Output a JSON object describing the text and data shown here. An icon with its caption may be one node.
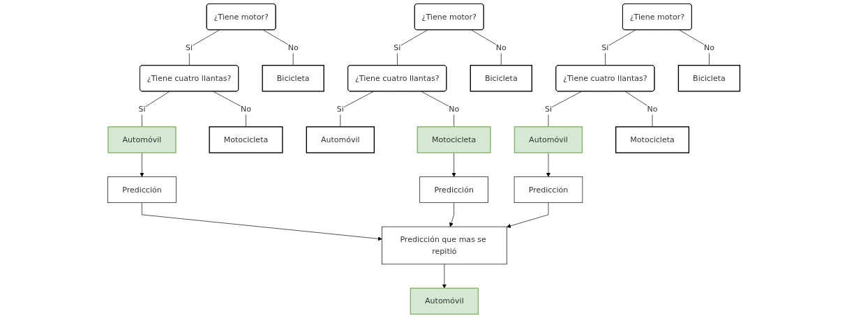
{
  "diagram": {
    "nodes": [
      {
        "text": [
          "¿Tiene motor?"
        ]
      },
      {
        "text": [
          "¿Tiene cuatro llantas?"
        ]
      },
      {
        "text": [
          "Bicicleta"
        ]
      },
      {
        "text": [
          "Automóvil"
        ]
      },
      {
        "text": [
          "Motocicleta"
        ]
      },
      {
        "text": [
          "Predicción"
        ]
      },
      {
        "text": [
          "¿Tiene motor?"
        ]
      },
      {
        "text": [
          "¿Tiene cuatro llantas?"
        ]
      },
      {
        "text": [
          "Bicicleta"
        ]
      },
      {
        "text": [
          "Automóvil"
        ]
      },
      {
        "text": [
          "Motocicleta"
        ]
      },
      {
        "text": [
          "Predicción"
        ]
      },
      {
        "text": [
          "¿Tiene motor?"
        ]
      },
      {
        "text": [
          "¿Tiene cuatro llantas?"
        ]
      },
      {
        "text": [
          "Bicicleta"
        ]
      },
      {
        "text": [
          "Automóvil"
        ]
      },
      {
        "text": [
          "Motocicleta"
        ]
      },
      {
        "text": [
          "Predicción"
        ]
      },
      {
        "text": [
          "Predicción que mas se repitió"
        ]
      },
      {
        "text": [
          "Automóvil"
        ]
      }
    ],
    "edges": [
      {
        "from": 0,
        "to": 1,
        "arrow": "none",
        "label": "Si"
      },
      {
        "from": 0,
        "to": 2,
        "arrow": "none",
        "label": "No"
      },
      {
        "from": 1,
        "to": 3,
        "arrow": "none",
        "label": "Si"
      },
      {
        "from": 1,
        "to": 4,
        "arrow": "none",
        "label": "No"
      },
      {
        "from": 3,
        "to": 5,
        "arrow": "to"
      },
      {
        "from": 6,
        "to": 7,
        "arrow": "none",
        "label": "Si"
      },
      {
        "from": 6,
        "to": 8,
        "arrow": "none",
        "label": "No"
      },
      {
        "from": 7,
        "to": 9,
        "arrow": "none",
        "label": "Si"
      },
      {
        "from": 7,
        "to": 10,
        "arrow": "none",
        "label": "No"
      },
      {
        "from": 10,
        "to": 11,
        "arrow": "to"
      },
      {
        "from": 12,
        "to": 13,
        "arrow": "none",
        "label": "Si"
      },
      {
        "from": 12,
        "to": 14,
        "arrow": "none",
        "label": "No"
      },
      {
        "from": 13,
        "to": 15,
        "arrow": "none",
        "label": "Si"
      },
      {
        "from": 13,
        "to": 16,
        "arrow": "none",
        "label": "No"
      },
      {
        "from": 15,
        "to": 17,
        "arrow": "to"
      },
      {
        "from": 5,
        "to": 18,
        "arrow": "to"
      },
      {
        "from": 11,
        "to": 18,
        "arrow": "to"
      },
      {
        "from": 17,
        "to": 18,
        "arrow": "to"
      },
      {
        "from": 18,
        "to": 19,
        "arrow": "to"
      }
    ]
  }
}
